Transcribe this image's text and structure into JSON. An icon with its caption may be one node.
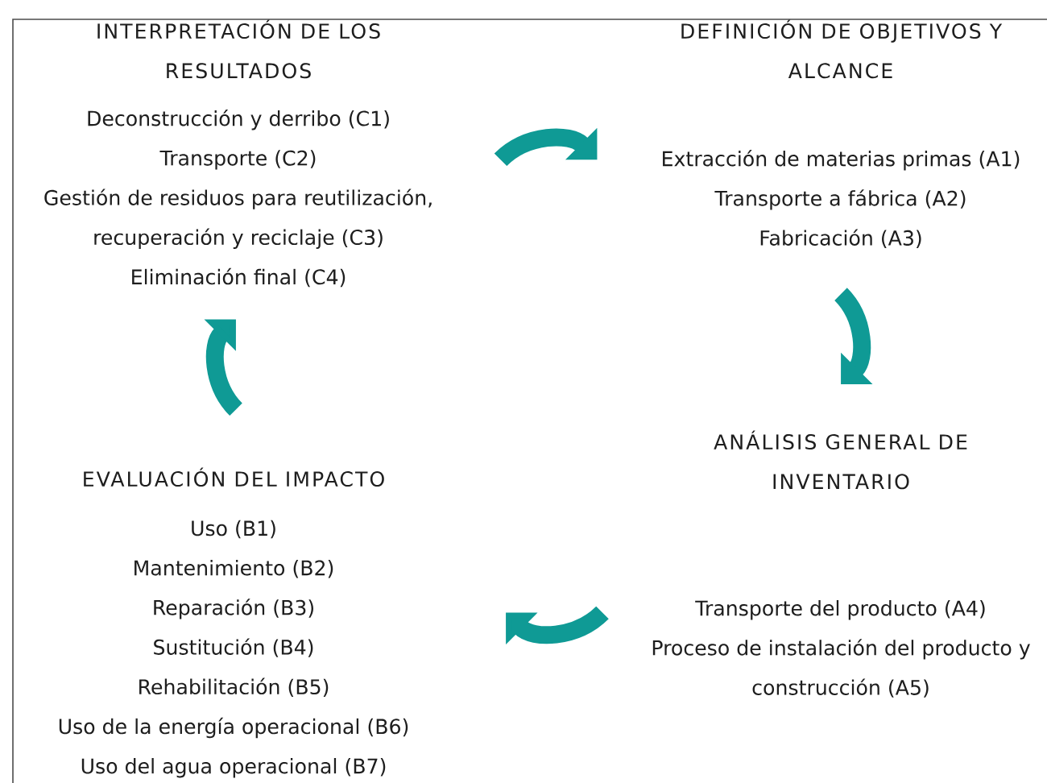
{
  "diagram": {
    "nodes": [
      {
        "text": [
          "INTERPRETACIÓN DE LOS RESULTADOS",
          "Deconstrucción y derribo (C1)",
          "Transporte (C2)",
          "Gestión de residuos para reutilización, recuperación y reciclaje (C3)",
          "Eliminación final (C4)"
        ]
      },
      {
        "text": [
          "DEFINICIÓN DE OBJETIVOS Y ALCANCE",
          "Extracción de materias primas (A1)",
          "Transporte a fábrica (A2)",
          "Fabricación (A3)"
        ]
      },
      {
        "text": [
          "ANÁLISIS GENERAL DE INVENTARIO",
          "Transporte del producto (A4)",
          "Proceso de instalación del producto y construcción (A5)"
        ]
      },
      {
        "text": [
          "EVALUACIÓN DEL IMPACTO",
          "Uso (B1)",
          "Mantenimiento (B2)",
          "Reparación (B3)",
          "Sustitución (B4)",
          "Rehabilitación (B5)",
          "Uso de la energía operacional (B6)",
          "Uso del agua operacional (B7)"
        ]
      }
    ],
    "edges": [
      {
        "from": 0,
        "to": 1,
        "arrow": "to"
      },
      {
        "from": 1,
        "to": 2,
        "arrow": "to"
      },
      {
        "from": 2,
        "to": 3,
        "arrow": "to"
      },
      {
        "from": 3,
        "to": 0,
        "arrow": "to"
      }
    ]
  }
}
